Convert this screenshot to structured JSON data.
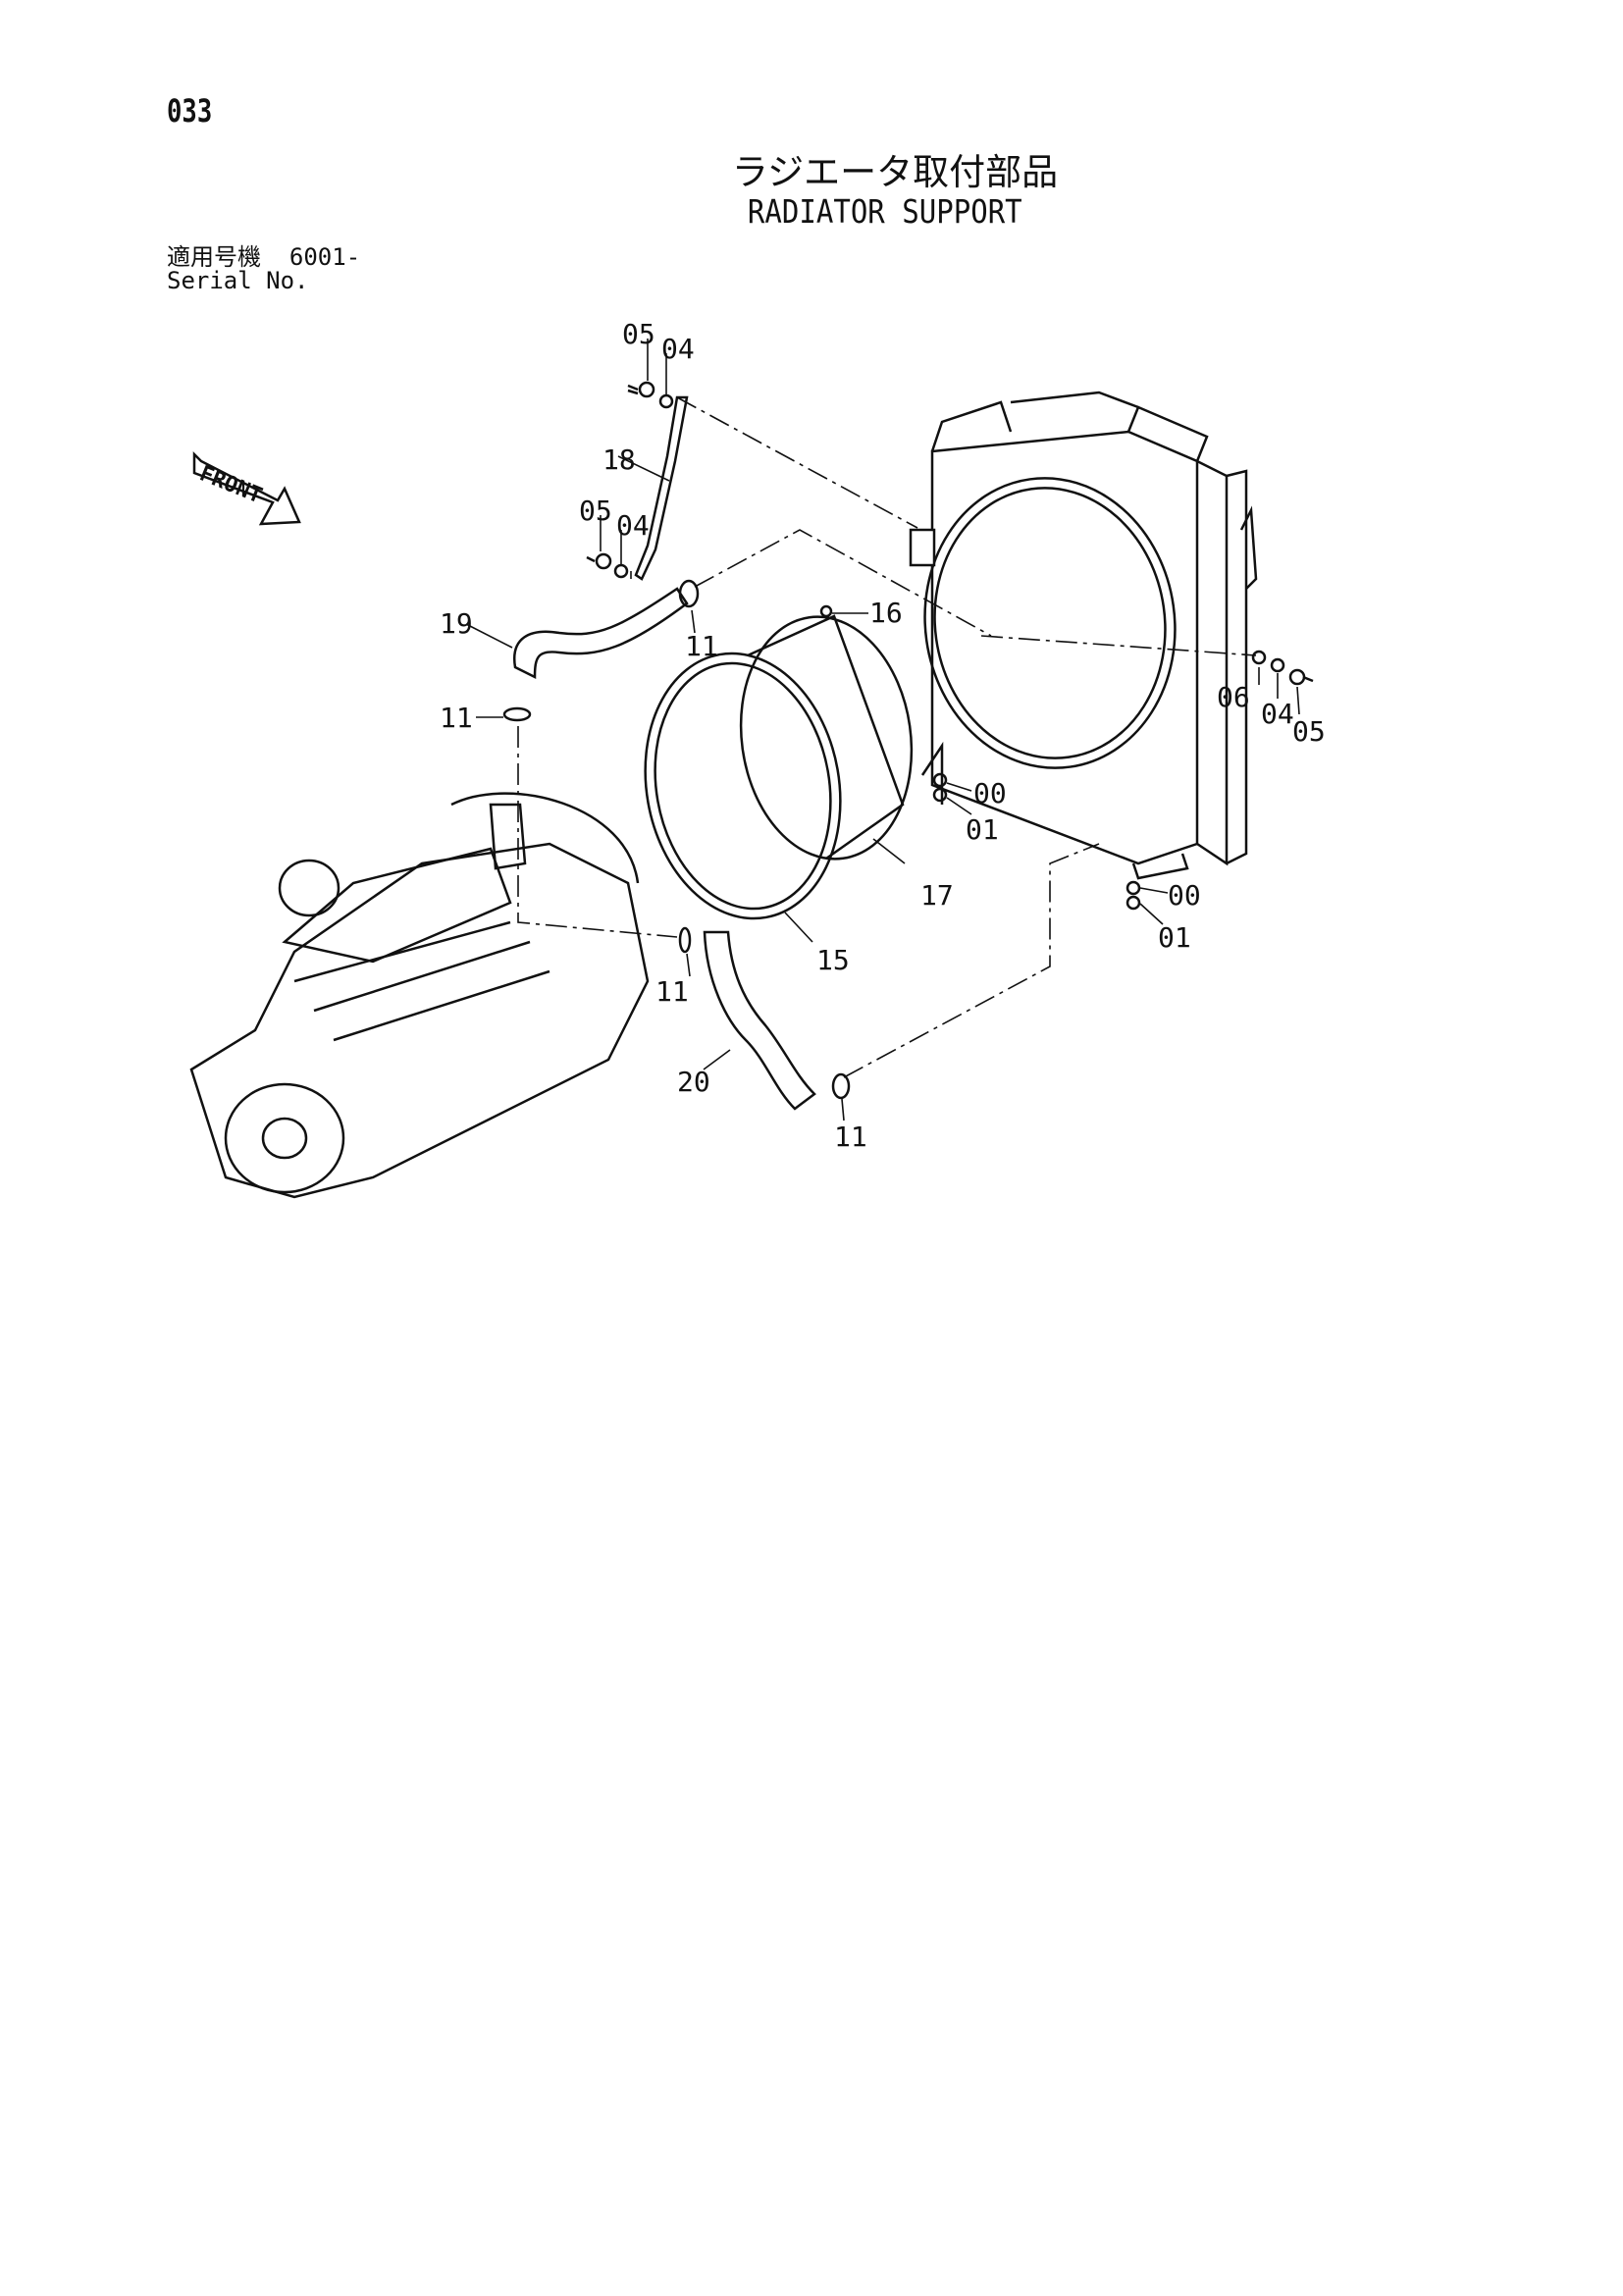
{
  "page": {
    "number": "033",
    "title_jp": "ラジエータ取付部品",
    "title_en": "RADIATOR SUPPORT",
    "serial_label_jp": "適用号機",
    "serial_value": "6001-",
    "serial_label_en": "Serial No."
  },
  "diagram": {
    "front_label": "FRONT",
    "callouts": [
      "05",
      "04",
      "18",
      "05",
      "04",
      "19",
      "11",
      "11",
      "16",
      "06",
      "04",
      "05",
      "00",
      "01",
      "11",
      "17",
      "15",
      "00",
      "01",
      "20",
      "11"
    ]
  }
}
